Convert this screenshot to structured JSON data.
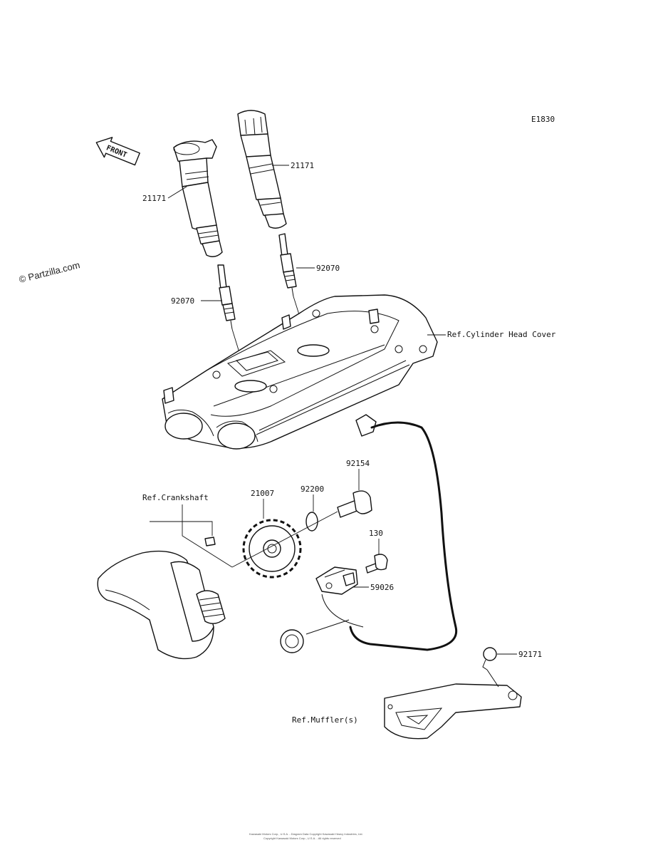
{
  "diagram": {
    "code": "E1830",
    "watermark": "© Partzilla.com",
    "direction_label": "FRONT",
    "footer_line1": "Kawasaki Motors Corp., U.S.A. - Diagram Data Copyright Kawasaki Heavy Industries, Ltd.",
    "footer_line2": "Copyright Kawasaki Motors Corp., U.S.A. - All rights reserved",
    "labels": {
      "coil_left": "21171",
      "coil_right": "21171",
      "plug_left": "92070",
      "plug_right": "92070",
      "cylinder_head_cover": "Ref.Cylinder Head Cover",
      "crankshaft": "Ref.Crankshaft",
      "rotor": "21007",
      "washer": "92200",
      "bolt_rotor": "92154",
      "bolt_sensor": "130",
      "sensor": "59026",
      "clamp": "92171",
      "muffler": "Ref.Muffler(s)"
    }
  }
}
